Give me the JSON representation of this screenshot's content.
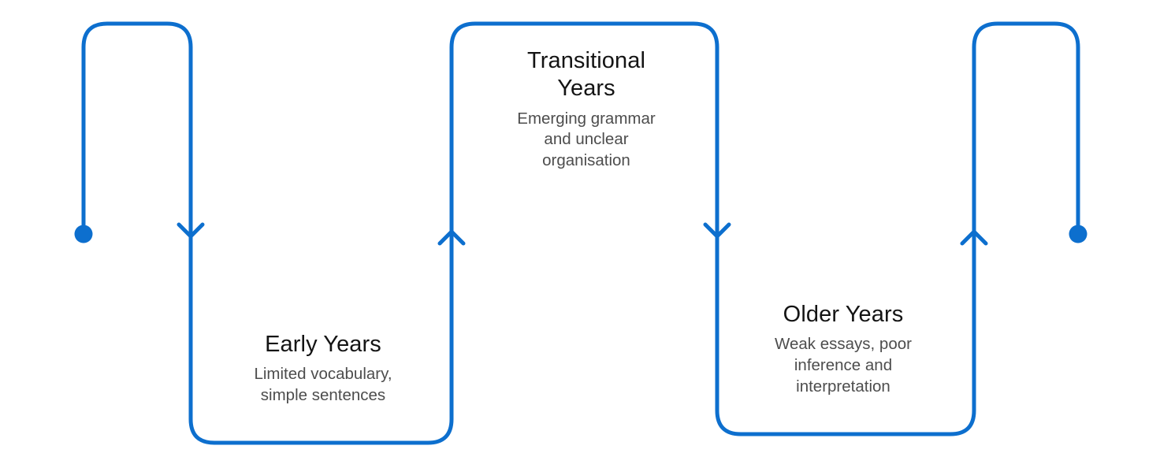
{
  "diagram": {
    "type": "serpentine-timeline",
    "orientation": "horizontal",
    "accent_color": "#0d6fce",
    "title_color": "#141414",
    "description_color": "#4d4d4d",
    "background_color": "#ffffff",
    "stroke_width": 5,
    "corner_radius": 30,
    "start_marker": "filled-circle",
    "end_marker": "filled-circle",
    "arrow_style": "open-chevron",
    "stages": [
      {
        "id": "early",
        "title": "Early Years",
        "description": "Limited vocabulary,\nsimple sentences",
        "position": "below"
      },
      {
        "id": "transitional",
        "title": "Transitional\nYears",
        "description": "Emerging grammar\nand unclear\norganisation",
        "position": "above"
      },
      {
        "id": "older",
        "title": "Older Years",
        "description": "Weak essays, poor\ninference and\ninterpretation",
        "position": "below"
      }
    ]
  }
}
